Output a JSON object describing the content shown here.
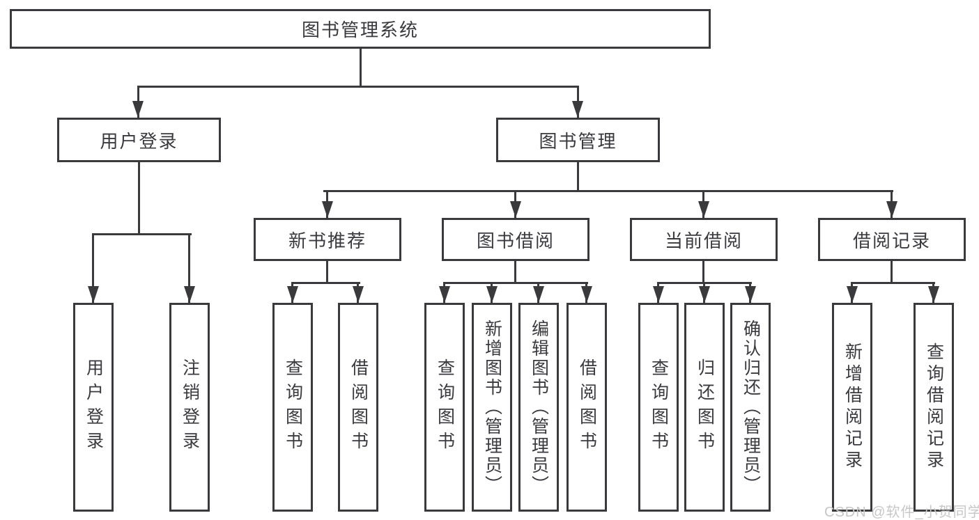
{
  "diagram_title": "图书管理系统",
  "tree": {
    "label": "图书管理系统",
    "children": [
      {
        "label": "用户登录",
        "children": [
          {
            "label": "用户登录"
          },
          {
            "label": "注销登录"
          }
        ]
      },
      {
        "label": "图书管理",
        "children": [
          {
            "label": "新书推荐",
            "children": [
              {
                "label": "查询图书"
              },
              {
                "label": "借阅图书"
              }
            ]
          },
          {
            "label": "图书借阅",
            "children": [
              {
                "label": "查询图书"
              },
              {
                "label": "新增图书（管理员）"
              },
              {
                "label": "编辑图书（管理员）"
              },
              {
                "label": "借阅图书"
              }
            ]
          },
          {
            "label": "当前借阅",
            "children": [
              {
                "label": "查询图书"
              },
              {
                "label": "归还图书"
              },
              {
                "label": "确认归还（管理员）"
              }
            ]
          },
          {
            "label": "借阅记录",
            "children": [
              {
                "label": "新增借阅记录"
              },
              {
                "label": "查询借阅记录"
              }
            ]
          }
        ]
      }
    ]
  },
  "watermark": {
    "text": "CSDN @软件_小贺同学"
  },
  "colors": {
    "line": "#3a3a3c",
    "text": "#3a3a3e",
    "box_fill": "#ffffff",
    "watermark": "#c7c7c7",
    "background": "#ffffff"
  }
}
